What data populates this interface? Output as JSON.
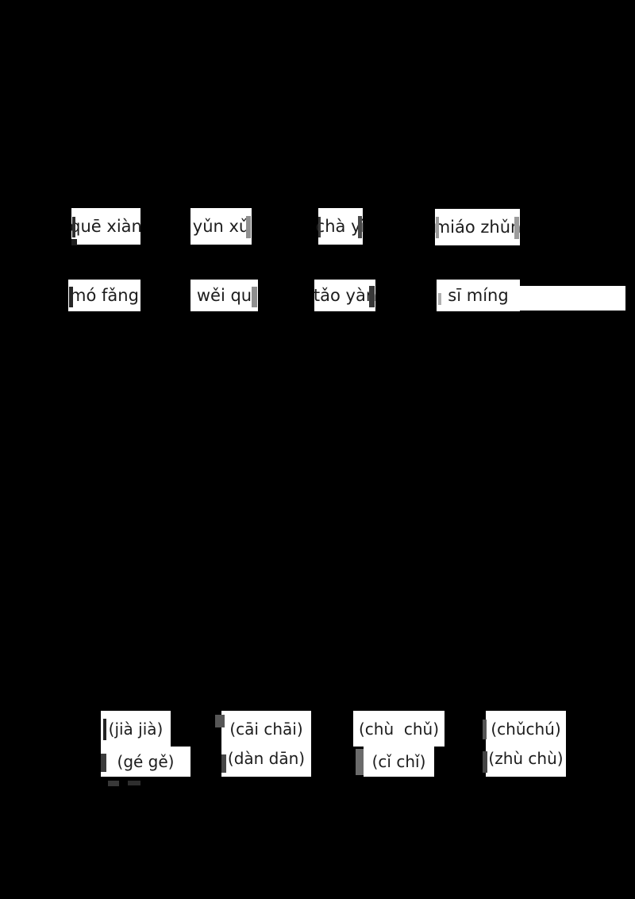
{
  "canvas": {
    "background_color": "#000000",
    "box_background_color": "#ffffff",
    "text_color": "#1c1c1c"
  },
  "pinyin_row1": [
    {
      "text": "quē xiàn"
    },
    {
      "text": "yǔn xǔ"
    },
    {
      "text": "chà yì"
    },
    {
      "text": "miáo zhǔn"
    }
  ],
  "pinyin_row2": [
    {
      "text": "mó fǎng"
    },
    {
      "text": "wěi qu"
    },
    {
      "text": "tǎo yàn"
    },
    {
      "text": "sī míng"
    }
  ],
  "tone_choice_groups": [
    {
      "top": "(jià jià)",
      "bottom": "(gé gě)"
    },
    {
      "top": "(cāi chāi)",
      "bottom": "(dàn dān)"
    },
    {
      "top": "(chù  chǔ)",
      "bottom": "(cǐ chǐ)"
    },
    {
      "top": "(chǔchú)",
      "bottom": "(zhù chù)"
    }
  ]
}
